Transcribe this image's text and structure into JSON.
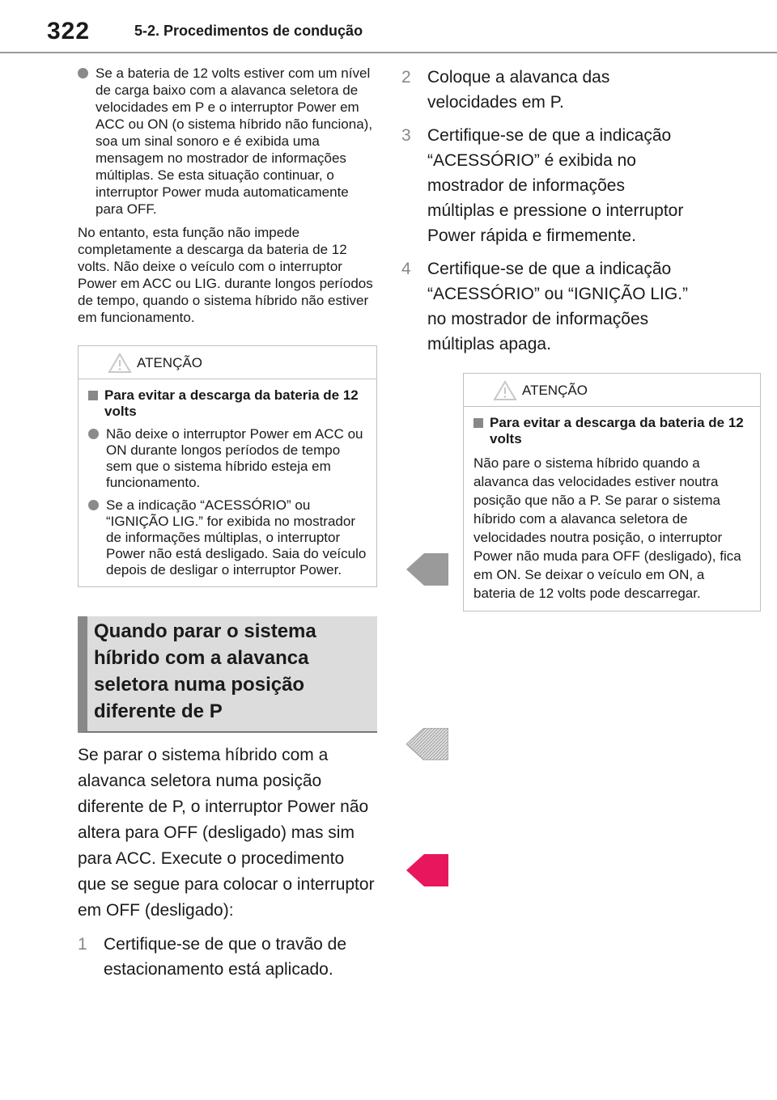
{
  "header": {
    "page_number": "322",
    "section_title": "5-2. Procedimentos de condução"
  },
  "left": {
    "bullet1": "Se a bateria de 12 volts estiver com um nível de carga baixo com a alavanca seletora de velocidades em P e o interruptor Power em ACC ou ON (o sistema híbrido não funciona), soa um sinal sonoro e é exibida uma mensagem no mostrador de informações múltiplas. Se esta situação continuar, o interruptor Power muda automaticamente para OFF.",
    "paragraph": "No entanto, esta função não impede completamente a descarga da bateria de 12 volts. Não deixe o veículo com o interruptor Power em ACC ou LIG. durante longos períodos de tempo, quando o sistema híbrido não estiver em funcionamento.",
    "warning": {
      "title": "ATENÇÃO",
      "subheading": "Para evitar a descarga da bateria de 12 volts",
      "bullets": [
        "Não deixe o interruptor Power em ACC ou ON durante longos períodos de tempo sem que o sistema híbrido esteja em funcionamento.",
        "Se a indicação “ACESSÓRIO” ou “IGNIÇÃO LIG.” for exibida no mostrador de informações múltiplas, o interruptor Power não está desligado. Saia do veículo depois de desligar o interruptor Power."
      ]
    },
    "heading": "Quando parar o sistema híbrido com a alavanca seletora numa posição diferente de P",
    "body": "Se parar o sistema híbrido com a alavanca seletora numa posição diferente de P, o interruptor Power não altera para OFF (desligado) mas sim para ACC. Execute o procedimento que se segue para colocar o interruptor em OFF (desligado):",
    "step1_num": "1",
    "step1_text": "Certifique-se de que o travão de estacionamento está aplicado."
  },
  "right": {
    "steps": [
      {
        "num": "2",
        "text": "Coloque a alavanca das velocidades em P."
      },
      {
        "num": "3",
        "text": "Certifique-se de que a indicação “ACESSÓRIO” é exibida no mostrador de informações múltiplas e pressione o interruptor Power rápida e firmemente."
      },
      {
        "num": "4",
        "text": "Certifique-se de que a indicação “ACESSÓRIO” ou “IGNIÇÃO LIG.” no mostrador de informações múltiplas apaga."
      }
    ],
    "warning": {
      "title": "ATENÇÃO",
      "subheading": "Para evitar a descarga da bateria de 12 volts",
      "text": "Não pare o sistema híbrido quando a alavanca das velocidades estiver noutra posição que não a P. Se parar o sistema híbrido com a alavanca seletora de velocidades noutra posição, o interruptor Power não muda para OFF (desligado), fica em ON. Se deixar o veículo em ON, a bateria de 12 volts pode descarregar."
    }
  },
  "colors": {
    "tab_gray": "#9a9a9a",
    "tab_hatched": "#d0d0d0",
    "tab_pink": "#e8175d"
  }
}
